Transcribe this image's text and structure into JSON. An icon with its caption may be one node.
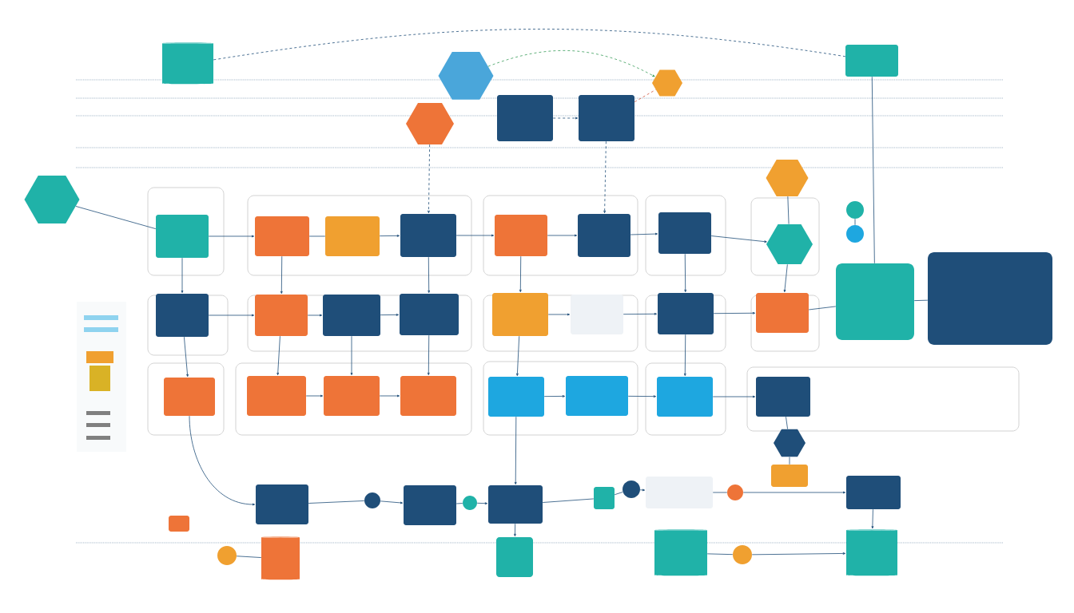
{
  "diagram": {
    "nodes": [
      {
        "text": [],
        "shape": "cylinder"
      },
      {
        "text": [],
        "shape": "hexagon"
      },
      {
        "text": [],
        "shape": "box"
      },
      {
        "text": [],
        "shape": "hexagon"
      },
      {
        "text": [],
        "shape": "hexagon"
      },
      {
        "text": [],
        "shape": "box"
      },
      {
        "text": [],
        "shape": "box"
      },
      {
        "text": [],
        "shape": "hexagon"
      },
      {
        "text": [],
        "shape": "hexagon"
      },
      {
        "text": [],
        "shape": "box"
      },
      {
        "text": [],
        "shape": "box"
      },
      {
        "text": [],
        "shape": "box"
      },
      {
        "text": [],
        "shape": "box"
      },
      {
        "text": [],
        "shape": "box"
      },
      {
        "text": [],
        "shape": "box"
      },
      {
        "text": [],
        "shape": "box"
      },
      {
        "text": [],
        "shape": "hexagon"
      },
      {
        "text": [],
        "shape": "circle"
      },
      {
        "text": [],
        "shape": "circle"
      },
      {
        "text": [],
        "shape": "box"
      },
      {
        "text": [],
        "shape": "box"
      },
      {
        "text": [],
        "shape": "box"
      },
      {
        "text": [],
        "shape": "box"
      },
      {
        "text": [],
        "shape": "box"
      },
      {
        "text": [],
        "shape": "box"
      },
      {
        "text": [],
        "shape": "box"
      },
      {
        "text": [],
        "shape": "box"
      },
      {
        "text": [],
        "shape": "box"
      },
      {
        "text": [],
        "shape": "box"
      },
      {
        "text": [],
        "shape": "box"
      },
      {
        "text": [],
        "shape": "box"
      },
      {
        "text": [],
        "shape": "box"
      },
      {
        "text": [],
        "shape": "box"
      },
      {
        "text": [],
        "shape": "box"
      },
      {
        "text": [],
        "shape": "box"
      },
      {
        "text": [],
        "shape": "box"
      },
      {
        "text": [],
        "shape": "box"
      },
      {
        "text": [],
        "shape": "hexagon"
      },
      {
        "text": [],
        "shape": "box"
      },
      {
        "text": [],
        "shape": "box"
      },
      {
        "text": [],
        "shape": "box"
      },
      {
        "text": [],
        "shape": "box"
      },
      {
        "text": [],
        "shape": "box"
      },
      {
        "text": [],
        "shape": "circle"
      },
      {
        "text": [],
        "shape": "box"
      },
      {
        "text": [],
        "shape": "box"
      },
      {
        "text": [],
        "shape": "circle"
      },
      {
        "text": [],
        "shape": "circle"
      },
      {
        "text": [],
        "shape": "circle"
      },
      {
        "text": [],
        "shape": "box"
      },
      {
        "text": [],
        "shape": "circle"
      },
      {
        "text": [],
        "shape": "cylinder"
      },
      {
        "text": [],
        "shape": "cube"
      },
      {
        "text": [],
        "shape": "cylinder"
      },
      {
        "text": [],
        "shape": "cylinder"
      },
      {
        "text": [],
        "shape": "circle"
      }
    ],
    "edges": [
      {
        "from": 0,
        "to": 2,
        "arrow": "none",
        "style": "dashed"
      },
      {
        "from": 1,
        "to": 3,
        "arrow": "to",
        "style": "dashed",
        "color": "#3a9d5a"
      },
      {
        "from": 5,
        "to": 6,
        "arrow": "to",
        "style": "dashed"
      },
      {
        "from": 6,
        "to": 3,
        "arrow": "none",
        "style": "dashed",
        "color": "#d0503a"
      },
      {
        "from": 2,
        "to": 19,
        "arrow": "none"
      },
      {
        "from": 4,
        "to": 12,
        "arrow": "to",
        "style": "dashed"
      },
      {
        "from": 6,
        "to": 14,
        "arrow": "to",
        "style": "dashed"
      },
      {
        "from": 7,
        "to": 16,
        "arrow": "none"
      },
      {
        "from": 8,
        "to": 9,
        "arrow": "none"
      },
      {
        "from": 9,
        "to": 10,
        "arrow": "to"
      },
      {
        "from": 10,
        "to": 11,
        "arrow": "none"
      },
      {
        "from": 11,
        "to": 12,
        "arrow": "to"
      },
      {
        "from": 12,
        "to": 13,
        "arrow": "to"
      },
      {
        "from": 13,
        "to": 14,
        "arrow": "to"
      },
      {
        "from": 14,
        "to": 15,
        "arrow": "to"
      },
      {
        "from": 15,
        "to": 16,
        "arrow": "to"
      },
      {
        "from": 17,
        "to": 18,
        "arrow": "none"
      },
      {
        "from": 9,
        "to": 21,
        "arrow": "to"
      },
      {
        "from": 10,
        "to": 22,
        "arrow": "to"
      },
      {
        "from": 12,
        "to": 24,
        "arrow": "to"
      },
      {
        "from": 13,
        "to": 25,
        "arrow": "to"
      },
      {
        "from": 15,
        "to": 27,
        "arrow": "to"
      },
      {
        "from": 16,
        "to": 28,
        "arrow": "to"
      },
      {
        "from": 21,
        "to": 22,
        "arrow": "to"
      },
      {
        "from": 22,
        "to": 23,
        "arrow": "to"
      },
      {
        "from": 23,
        "to": 24,
        "arrow": "to"
      },
      {
        "from": 25,
        "to": 26,
        "arrow": "to"
      },
      {
        "from": 26,
        "to": 27,
        "arrow": "to"
      },
      {
        "from": 27,
        "to": 28,
        "arrow": "to"
      },
      {
        "from": 28,
        "to": 19,
        "arrow": "none"
      },
      {
        "from": 19,
        "to": 20,
        "arrow": "none"
      },
      {
        "from": 21,
        "to": 29,
        "arrow": "to"
      },
      {
        "from": 22,
        "to": 30,
        "arrow": "to"
      },
      {
        "from": 23,
        "to": 31,
        "arrow": "to"
      },
      {
        "from": 24,
        "to": 32,
        "arrow": "to"
      },
      {
        "from": 25,
        "to": 33,
        "arrow": "to"
      },
      {
        "from": 27,
        "to": 35,
        "arrow": "to"
      },
      {
        "from": 30,
        "to": 31,
        "arrow": "to"
      },
      {
        "from": 31,
        "to": 32,
        "arrow": "to"
      },
      {
        "from": 33,
        "to": 34,
        "arrow": "to"
      },
      {
        "from": 34,
        "to": 35,
        "arrow": "to"
      },
      {
        "from": 35,
        "to": 36,
        "arrow": "to"
      },
      {
        "from": 36,
        "to": 37,
        "arrow": "none"
      },
      {
        "from": 37,
        "to": 38,
        "arrow": "none"
      },
      {
        "from": 29,
        "to": 39,
        "arrow": "to"
      },
      {
        "from": 33,
        "to": 41,
        "arrow": "to"
      },
      {
        "from": 39,
        "to": 47,
        "arrow": "none"
      },
      {
        "from": 47,
        "to": 40,
        "arrow": "to"
      },
      {
        "from": 40,
        "to": 48,
        "arrow": "none"
      },
      {
        "from": 48,
        "to": 41,
        "arrow": "to"
      },
      {
        "from": 41,
        "to": 42,
        "arrow": "none"
      },
      {
        "from": 42,
        "to": 43,
        "arrow": "none"
      },
      {
        "from": 43,
        "to": 44,
        "arrow": "to"
      },
      {
        "from": 44,
        "to": 46,
        "arrow": "none"
      },
      {
        "from": 46,
        "to": 45,
        "arrow": "to"
      },
      {
        "from": 45,
        "to": 54,
        "arrow": "to"
      },
      {
        "from": 41,
        "to": 52,
        "arrow": "to"
      },
      {
        "from": 50,
        "to": 51,
        "arrow": "none"
      },
      {
        "from": 53,
        "to": 55,
        "arrow": "none"
      },
      {
        "from": 55,
        "to": 54,
        "arrow": "to"
      }
    ]
  }
}
